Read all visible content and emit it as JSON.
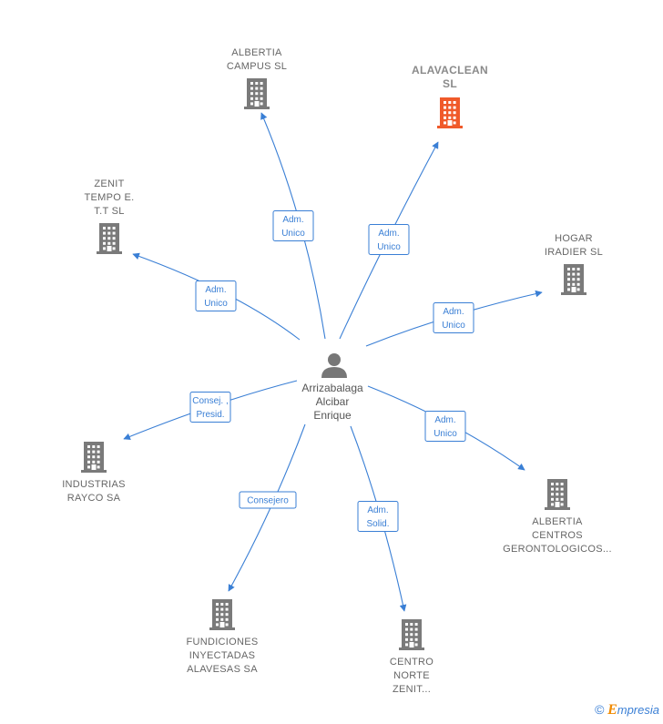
{
  "colors": {
    "edge": "#3a7fd5",
    "building": "#7a7a7a",
    "building_main": "#f05a2a",
    "person": "#777777"
  },
  "center": {
    "name_lines": [
      "Arrizabalaga",
      "Alcibar",
      "Enrique"
    ],
    "icon": "person-icon"
  },
  "companies": [
    {
      "id": "albertia-campus",
      "name_lines": [
        "ALBERTIA",
        "CAMPUS  SL"
      ],
      "main": false,
      "role_lines": [
        "Adm.",
        "Unico"
      ]
    },
    {
      "id": "alavaclean",
      "name_lines": [
        "ALAVACLEAN",
        "SL"
      ],
      "main": true,
      "role_lines": [
        "Adm.",
        "Unico"
      ]
    },
    {
      "id": "zenit-tempo",
      "name_lines": [
        "ZENIT",
        "TEMPO E.",
        "T.T SL"
      ],
      "main": false,
      "role_lines": [
        "Adm.",
        "Unico"
      ]
    },
    {
      "id": "hogar-iradier",
      "name_lines": [
        "HOGAR",
        "IRADIER  SL"
      ],
      "main": false,
      "role_lines": [
        "Adm.",
        "Unico"
      ]
    },
    {
      "id": "industrias-rayco",
      "name_lines": [
        "INDUSTRIAS",
        "RAYCO SA"
      ],
      "main": false,
      "role_lines": [
        "Consej. ,",
        "Presid."
      ]
    },
    {
      "id": "albertia-centros",
      "name_lines": [
        "ALBERTIA",
        "CENTROS",
        "GERONTOLOGICOS..."
      ],
      "main": false,
      "role_lines": [
        "Adm.",
        "Unico"
      ]
    },
    {
      "id": "fundiciones",
      "name_lines": [
        "FUNDICIONES",
        "INYECTADAS",
        "ALAVESAS SA"
      ],
      "main": false,
      "role_lines": [
        "Consejero"
      ]
    },
    {
      "id": "centro-norte",
      "name_lines": [
        "CENTRO",
        "NORTE",
        "ZENIT..."
      ],
      "main": false,
      "role_lines": [
        "Adm.",
        "Solid."
      ]
    }
  ],
  "footer": {
    "copyright": "©",
    "brand_first": "E",
    "brand_rest": "mpresia"
  }
}
